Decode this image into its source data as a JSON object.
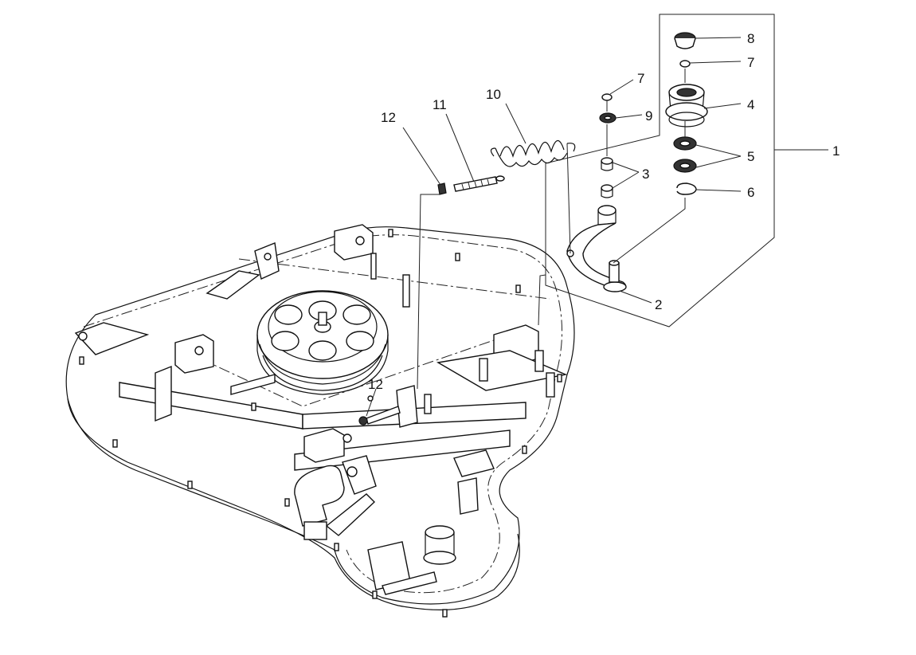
{
  "callouts": {
    "c1": "1",
    "c2": "2",
    "c3": "3",
    "c4": "4",
    "c5": "5",
    "c6": "6",
    "c7a": "7",
    "c7b": "7",
    "c8": "8",
    "c9": "9",
    "c10": "10",
    "c11": "11",
    "c12a": "12",
    "c12b": "12"
  }
}
